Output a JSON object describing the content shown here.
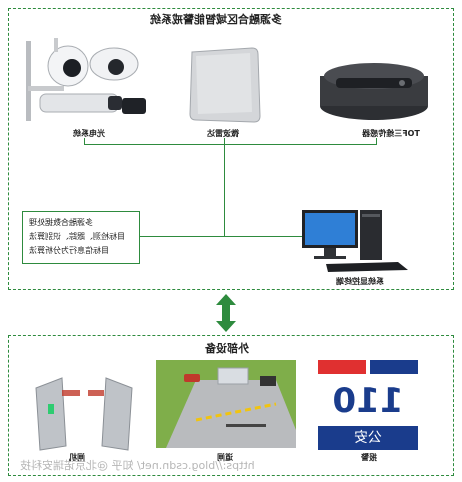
{
  "top_section": {
    "title": "多源融合区域智能警戒系统",
    "devices": [
      {
        "label": "光电系统",
        "icon": "camera-icon"
      },
      {
        "label": "微波雷达",
        "icon": "radar-icon"
      },
      {
        "label": "TOF三维传感器",
        "icon": "tof-sensor-icon"
      }
    ],
    "algorithm_lines": [
      "多源融合数据处理",
      "目标检测、跟踪、识别算法",
      "目标信息行为分析算法"
    ],
    "platform_label": "系统显控终端"
  },
  "bottom_section": {
    "title": "外部设备",
    "devices": [
      {
        "label": "闸机",
        "icon": "gate-icon"
      },
      {
        "label": "道闸",
        "icon": "barrier-gate-icon"
      },
      {
        "label": "报警",
        "icon": "police-icon"
      }
    ],
    "police_number": "110",
    "police_text": "公安"
  },
  "watermark": "https://blog.csdn.net/ 知乎 @北京诺瑞安科技",
  "colors": {
    "accent": "#2e8b3e",
    "police_blue": "#1a3c8c",
    "police_red": "#e03030"
  }
}
